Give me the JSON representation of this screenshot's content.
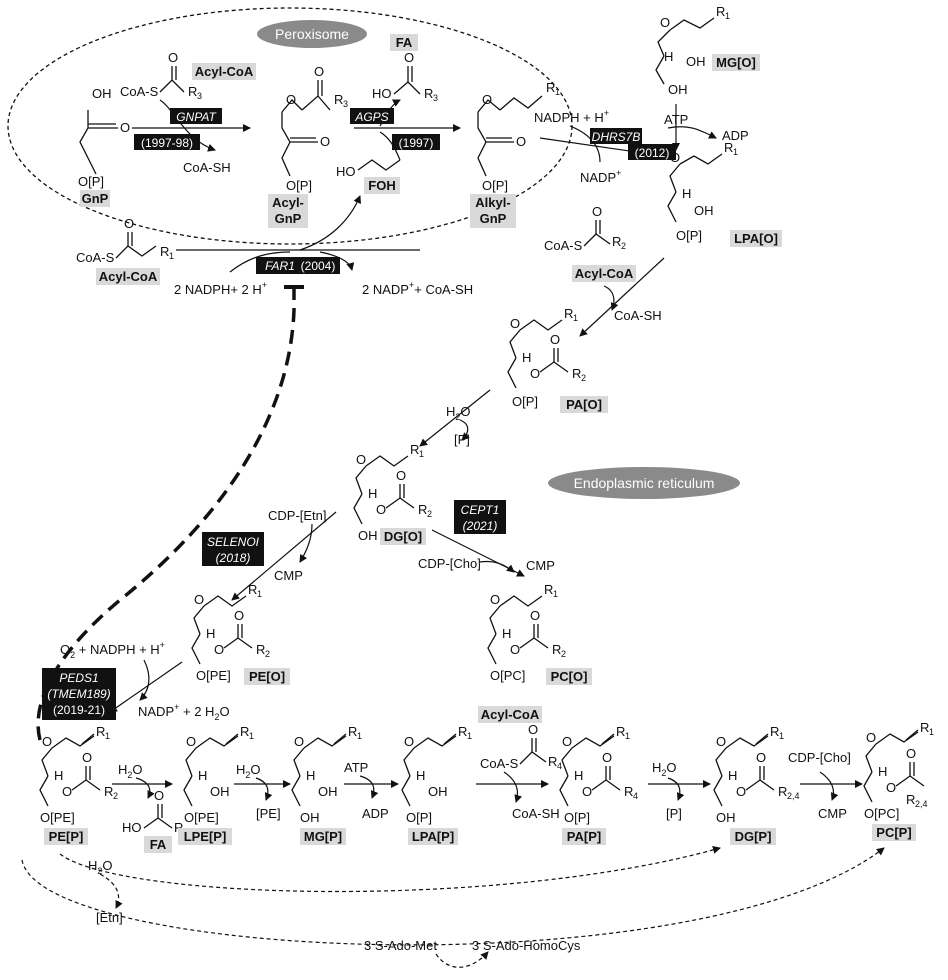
{
  "compartments": {
    "peroxisome": "Peroxisome",
    "er": "Endoplasmic reticulum"
  },
  "compounds": {
    "gnp": "GnP",
    "acyl_coa": "Acyl-CoA",
    "acyl_gnp_1": "Acyl-",
    "acyl_gnp_2": "GnP",
    "fa": "FA",
    "foh": "FOH",
    "alkyl_gnp_1": "Alkyl-",
    "alkyl_gnp_2": "GnP",
    "mg_o": "MG[O]",
    "lpa_o": "LPA[O]",
    "pa_o": "PA[O]",
    "dg_o": "DG[O]",
    "pe_o": "PE[O]",
    "pc_o": "PC[O]",
    "pe_p": "PE[P]",
    "lpe_p": "LPE[P]",
    "mg_p": "MG[P]",
    "lpa_p": "LPA[P]",
    "pa_p": "PA[P]",
    "dg_p": "DG[P]",
    "pc_p": "PC[P]"
  },
  "enzymes": {
    "gnpat": "GNPAT",
    "gnpat_year": "(1997-98)",
    "agps": "AGPS",
    "agps_year": "(1997)",
    "dhrs7b": "DHRS7B",
    "dhrs7b_year": "(2012)",
    "far1": "FAR1",
    "far1_year": "(2004)",
    "selenoi": "SELENOI",
    "selenoi_year": "(2018)",
    "cept1": "CEPT1",
    "cept1_year": "(2021)",
    "peds1": "PEDS1",
    "peds1_alias": "(TMEM189)",
    "peds1_year": "(2019-21)"
  },
  "labels": {
    "oh": "OH",
    "o_p": "O[P]",
    "coa_s": "CoA-S",
    "r3": "R",
    "coa_sh": "CoA-SH",
    "ho": "HO",
    "nadph": "NADPH + H",
    "plus": "+",
    "atp": "ATP",
    "adp": "ADP",
    "nadp": "NADP",
    "r1": "R",
    "r2": "R",
    "h2o": "H",
    "h2o_tail": "O",
    "p": "[P]",
    "h": "H",
    "cdp_etn": "CDP-[Etn]",
    "cdp_cho": "CDP-[Cho]",
    "cmp": "CMP",
    "o_pe": "O[PE]",
    "o_pc": "O[PC]",
    "o2": "O",
    "o2_tail": " + NADPH + H",
    "nadp_h2o_a": "NADP",
    "nadp_h2o_b": " + 2 H",
    "nadp_h2o_c": "O",
    "far_in": "2 NADPH+ 2 H",
    "far_out_a": "2 NADP",
    "far_out_b": "+ CoA-SH",
    "pe_sub": "[PE]",
    "etn": "[Etn]",
    "r4": "R",
    "r24": "R",
    "ado_met": "3 S-Ado-Met",
    "ado_hcy": "3 S-Ado-HomoCys",
    "sub1": "1",
    "sub2": "2",
    "sub3": "3",
    "sub4": "4",
    "sub24": "2,4"
  }
}
